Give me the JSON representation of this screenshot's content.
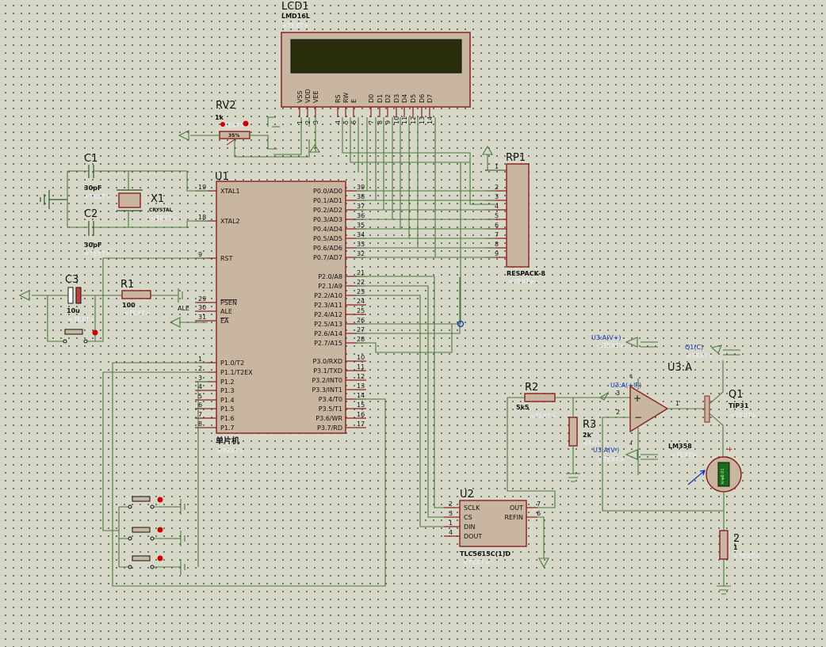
{
  "lcd": {
    "ref": "LCD1",
    "model": "LMD16L",
    "text_tag": "<TEXT>",
    "pins": [
      "VSS",
      "VDD",
      "VEE",
      "RS",
      "RW",
      "E",
      "D0",
      "D1",
      "D2",
      "D3",
      "D4",
      "D5",
      "D6",
      "D7"
    ],
    "pin_numbers": [
      "1",
      "2",
      "3",
      "4",
      "5",
      "6",
      "7",
      "8",
      "9",
      "10",
      "11",
      "12",
      "13",
      "14"
    ]
  },
  "rv2": {
    "ref": "RV2",
    "value": "1k",
    "pct": "35%",
    "text_tag": "<TEXT>"
  },
  "c1": {
    "ref": "C1",
    "value": "30pF",
    "text_tag": "<TEXT>"
  },
  "c2": {
    "ref": "C2",
    "value": "30pF",
    "text_tag": "<TEXT>"
  },
  "c3": {
    "ref": "C3",
    "value": "10u",
    "text_tag": "<TEXT>"
  },
  "x1": {
    "ref": "X1",
    "value": "CRYSTAL",
    "text_tag": "<TEXT>"
  },
  "r1": {
    "ref": "R1",
    "value": "100",
    "text_tag": "<TEXT>"
  },
  "u1": {
    "ref": "U1",
    "name": "单片机",
    "text_tag": "<TEXT>",
    "left_pins": [
      {
        "num": "19",
        "name": "XTAL1"
      },
      {
        "num": "18",
        "name": "XTAL2"
      },
      {
        "num": "9",
        "name": "RST"
      },
      {
        "num": "29",
        "name": "PSEN"
      },
      {
        "num": "30",
        "name": "ALE"
      },
      {
        "num": "31",
        "name": "EA"
      },
      {
        "num": "1",
        "name": "P1.0/T2"
      },
      {
        "num": "2",
        "name": "P1.1/T2EX"
      },
      {
        "num": "3",
        "name": "P1.2"
      },
      {
        "num": "4",
        "name": "P1.3"
      },
      {
        "num": "5",
        "name": "P1.4"
      },
      {
        "num": "6",
        "name": "P1.5"
      },
      {
        "num": "7",
        "name": "P1.6"
      },
      {
        "num": "8",
        "name": "P1.7"
      }
    ],
    "right_pins": [
      {
        "num": "39",
        "name": "P0.0/AD0"
      },
      {
        "num": "38",
        "name": "P0.1/AD1"
      },
      {
        "num": "37",
        "name": "P0.2/AD2"
      },
      {
        "num": "36",
        "name": "P0.3/AD3"
      },
      {
        "num": "35",
        "name": "P0.4/AD4"
      },
      {
        "num": "34",
        "name": "P0.5/AD5"
      },
      {
        "num": "33",
        "name": "P0.6/AD6"
      },
      {
        "num": "32",
        "name": "P0.7/AD7"
      },
      {
        "num": "21",
        "name": "P2.0/A8"
      },
      {
        "num": "22",
        "name": "P2.1/A9"
      },
      {
        "num": "23",
        "name": "P2.2/A10"
      },
      {
        "num": "24",
        "name": "P2.3/A11"
      },
      {
        "num": "25",
        "name": "P2.4/A12"
      },
      {
        "num": "26",
        "name": "P2.5/A13"
      },
      {
        "num": "27",
        "name": "P2.6/A14"
      },
      {
        "num": "28",
        "name": "P2.7/A15"
      },
      {
        "num": "10",
        "name": "P3.0/RXD"
      },
      {
        "num": "11",
        "name": "P3.1/TXD"
      },
      {
        "num": "12",
        "name": "P3.2/INT0"
      },
      {
        "num": "13",
        "name": "P3.3/INT1"
      },
      {
        "num": "14",
        "name": "P3.4/T0"
      },
      {
        "num": "15",
        "name": "P3.5/T1"
      },
      {
        "num": "16",
        "name": "P3.6/WR"
      },
      {
        "num": "17",
        "name": "P3.7/RD"
      }
    ],
    "ale_label": "ALE"
  },
  "rp1": {
    "ref": "RP1",
    "name": "RESPACK-8",
    "text_tag": "<TEXT>",
    "pins": [
      "1",
      "2",
      "3",
      "4",
      "5",
      "6",
      "7",
      "8",
      "9"
    ]
  },
  "r2": {
    "ref": "R2",
    "value": "5k5",
    "text_tag": "<TEXT>"
  },
  "r3": {
    "ref": "R3",
    "value": "2k",
    "text_tag": "<TEXT>"
  },
  "u3": {
    "ref": "U3:A",
    "name": "LM358",
    "text_tag": "<TEXT>",
    "probe_vplus": "U3:A(V+)",
    "probe_in": "U3:A(+IP)",
    "probe_vminus": "U3:A(V-)",
    "pins": {
      "in_plus": "3",
      "in_minus": "2",
      "out": "1",
      "vplus": "8",
      "vminus": "4"
    }
  },
  "q1": {
    "ref": "Q1",
    "value": "TIP31",
    "text_tag": "<TEXT>",
    "probe": "Q1(C)"
  },
  "u2": {
    "ref": "U2",
    "name": "TLC5615C(1)D",
    "text_tag": "<TEXT>",
    "left_pins": [
      {
        "num": "2",
        "name": "SCLK"
      },
      {
        "num": "3",
        "name": "CS"
      },
      {
        "num": "1",
        "name": "DIN"
      },
      {
        "num": "4",
        "name": "DOUT"
      }
    ],
    "right_pins": [
      {
        "num": "7",
        "name": "OUT"
      },
      {
        "num": "6",
        "name": "REFIN"
      }
    ]
  },
  "r_load": {
    "ref": "2",
    "value": "1",
    "text_tag": "<TEXT>"
  },
  "ammeter": {
    "reading": "+0.01",
    "unit": "Amps"
  }
}
